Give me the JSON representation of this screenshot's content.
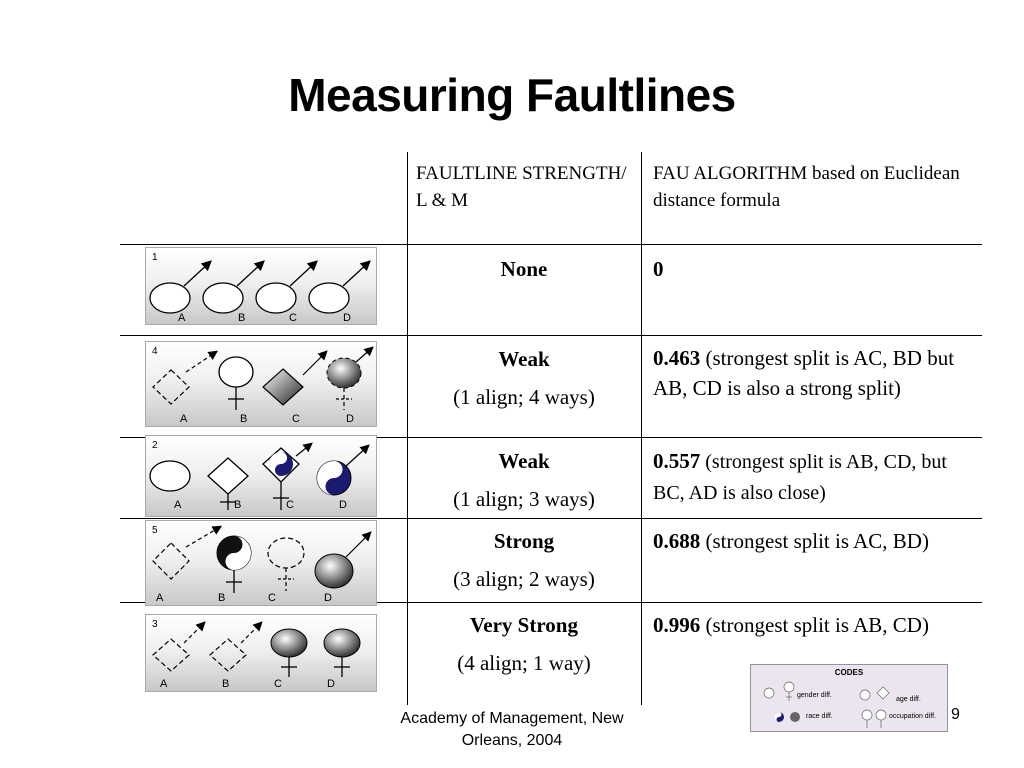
{
  "title": "Measuring Faultlines",
  "table": {
    "headers": {
      "strength": "FAULTLINE STRENGTH/ L & M",
      "algorithm": "FAU ALGORITHM  based on Euclidean distance formula"
    },
    "rows": [
      {
        "figure_number": "1",
        "labels": [
          "A",
          "B",
          "C",
          "D"
        ],
        "strength": "None",
        "detail": "",
        "value": "0",
        "note": ""
      },
      {
        "figure_number": "4",
        "labels": [
          "A",
          "B",
          "C",
          "D"
        ],
        "strength": "Weak",
        "detail": "(1 align; 4 ways)",
        "value": "0.463",
        "note": " (strongest split is AC, BD but AB, CD is also a strong split)"
      },
      {
        "figure_number": "2",
        "labels": [
          "A",
          "B",
          "C",
          "D"
        ],
        "strength": "Weak",
        "detail": "(1 align; 3 ways)",
        "value": "0.557",
        "note": " (strongest split is AB, CD,  but BC, AD is also close)"
      },
      {
        "figure_number": "5",
        "labels": [
          "A",
          "B",
          "C",
          "D"
        ],
        "strength": "Strong",
        "detail": "(3 align; 2 ways)",
        "value": "0.688",
        "note": " (strongest split is AC, BD)"
      },
      {
        "figure_number": "3",
        "labels": [
          "A",
          "B",
          "C",
          "D"
        ],
        "strength": "Very Strong",
        "detail": "(4 align; 1 way)",
        "value": "0.996",
        "note": " (strongest split is AB, CD)"
      }
    ]
  },
  "codes": {
    "title": "CODES",
    "gender": "gender diff.",
    "age": "age diff.",
    "race": "race diff.",
    "occupation": "occupation diff."
  },
  "footer": "Academy of Management, New Orleans, 2004",
  "page_number": "9",
  "colors": {
    "yin_yang_dark": "#1a1a70",
    "line": "#000000"
  }
}
